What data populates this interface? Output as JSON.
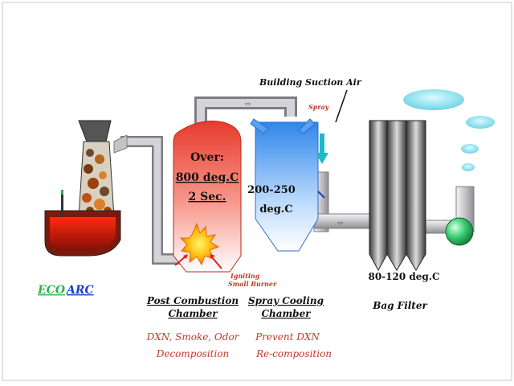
{
  "labels": {
    "building_suction_air": "Building Suction Air",
    "spray": "Spray",
    "over": "Over:",
    "temp_post": "800 deg.C",
    "time_post": "2 Sec.",
    "temp_spray_1": "200-250",
    "temp_spray_2": "deg.C",
    "temp_bag": "80-120 deg.C",
    "igniting_1": "Igniting",
    "igniting_2": "Small Burner",
    "eco": "ECO",
    "arc": "ARC",
    "post_combustion_1": "Post Combustion",
    "post_combustion_2": "Chamber",
    "spray_cooling_1": "Spray Cooling",
    "spray_cooling_2": "Chamber",
    "bag_filter": "Bag Filter",
    "post_desc_1": "DXN, Smoke, Odor",
    "post_desc_2": "Decomposition",
    "spray_desc_1": "Prevent DXN",
    "spray_desc_2": "Re-composition"
  },
  "colors": {
    "pipe": "#c9c9cc",
    "post_chamber": "#f05a4a",
    "spray_chamber": "#4f9ef0",
    "bag_filter": "#555555",
    "fan": "#34c06a",
    "exhaust": "#9fe6f0",
    "desc_text": "#c0392b",
    "eco_green": "#2bb34a",
    "arc_blue": "#1a3fc9"
  }
}
